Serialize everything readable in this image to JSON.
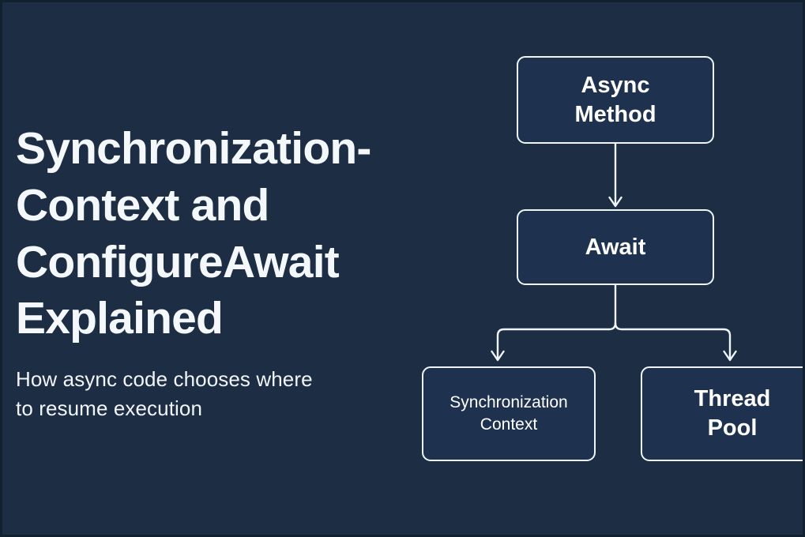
{
  "theme": {
    "background": "#1d2d44",
    "frame_border": "#13202f",
    "node_fill": "#1e3250",
    "node_stroke": "#eef4f8",
    "title_color": "#f4f8fb",
    "subtitle_color": "#f1f5f9",
    "connector_color": "#eef4f8"
  },
  "hero": {
    "title": "Synchronization-\nContext and\nConfigureAwait\nExplained",
    "subtitle": "How async code chooses where\nto resume execution"
  },
  "flowchart": {
    "nodes": [
      {
        "id": "async-method",
        "label": "Async\nMethod"
      },
      {
        "id": "await",
        "label": "Await"
      },
      {
        "id": "sync-context",
        "label": "Synchronization\nContext"
      },
      {
        "id": "thread-pool",
        "label": "Thread\nPool"
      }
    ],
    "edges": [
      {
        "from": "async-method",
        "to": "await"
      },
      {
        "from": "await",
        "to": "sync-context"
      },
      {
        "from": "await",
        "to": "thread-pool"
      }
    ]
  }
}
